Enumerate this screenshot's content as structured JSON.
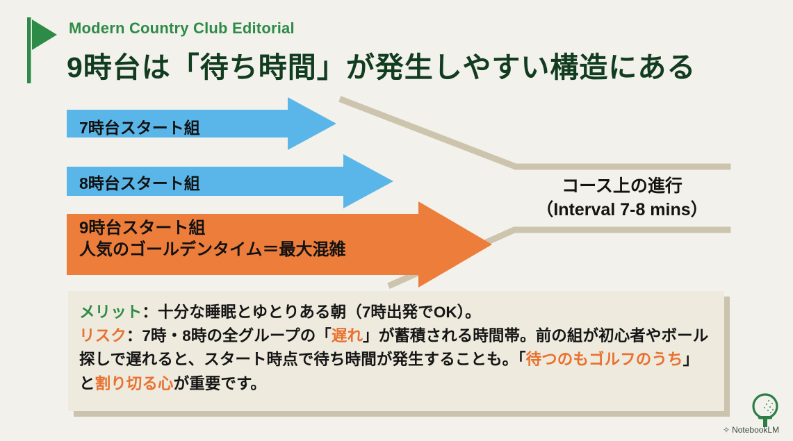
{
  "header": {
    "eyebrow": "Modern Country Club Editorial",
    "headline": "9時台は「待ち時間」が発生しやすい構造にある",
    "flag_icon": "golf-flag-icon"
  },
  "colors": {
    "background": "#f2f1ec",
    "brand_green": "#2e8b47",
    "headline_green": "#123c1f",
    "arrow_blue": "#5ab6e8",
    "arrow_orange": "#ed7d3a",
    "funnel_tan": "#cdc4ad",
    "note_bg": "#eeeade",
    "note_shadow": "#cbc3ae"
  },
  "arrows": [
    {
      "id": "arrow-7am",
      "label": "7時台スタート組",
      "color": "#5ab6e8",
      "body_width": 318,
      "head_width": 68,
      "height": 72,
      "shaft_height": 52
    },
    {
      "id": "arrow-8am",
      "label": "8時台スタート組",
      "color": "#5ab6e8",
      "body_width": 398,
      "head_width": 68,
      "height": 74,
      "shaft_height": 54
    },
    {
      "id": "arrow-9am",
      "label": "9時台スタート組\n人気のゴールデンタイム＝最大混雑",
      "color": "#ed7d3a",
      "body_width": 506,
      "head_width": 104,
      "height": 124,
      "shaft_height": 92
    }
  ],
  "funnel": {
    "caption_line1": "コース上の進行",
    "caption_line2": "（Interval 7-8 mins）"
  },
  "note": {
    "line1_label": "メリット",
    "line1_sep": "：",
    "line1_text": "十分な睡眠とゆとりある朝（7時出発でOK）。",
    "line2_label": "リスク",
    "line2_sep": "：",
    "line2_a": "7時・8時の全グループの「",
    "line2_hl": "遅れ",
    "line2_b": "」が蓄積される時間帯。前の組が初心者やボール探しで遅れると、スタート時点で待ち時間が発生することも。「",
    "line2_hl2": "待つのもゴルフのうち",
    "line2_c": "」と",
    "line2_hl3": "割り切る心",
    "line2_d": "が重要です。"
  },
  "brand": {
    "name": "NotebookLM",
    "icon": "golf-ball-on-tee-icon",
    "spark": "✧"
  }
}
